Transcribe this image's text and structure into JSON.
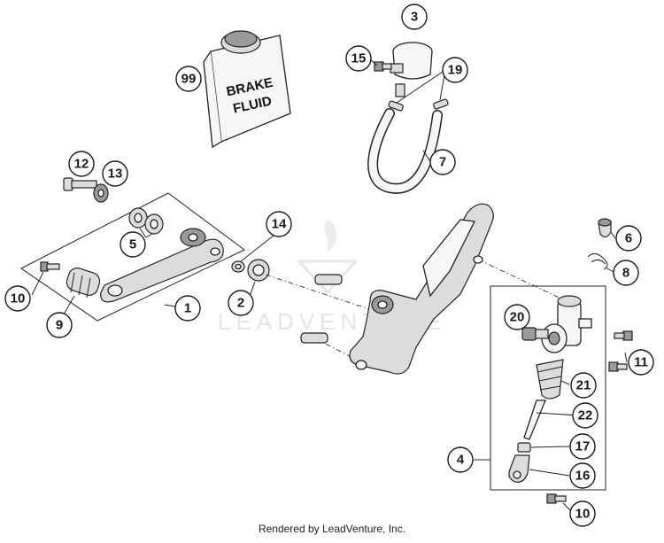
{
  "callouts": [
    "99",
    "3",
    "15",
    "19",
    "7",
    "12",
    "13",
    "14",
    "5",
    "6",
    "8",
    "10",
    "9",
    "1",
    "2",
    "20",
    "11",
    "21",
    "22",
    "17",
    "4",
    "16",
    "10"
  ],
  "bottle_label_line1": "BRAKE",
  "bottle_label_line2": "FLUID",
  "watermark": "LEADVENTURE",
  "footer": "Rendered by LeadVenture, Inc."
}
